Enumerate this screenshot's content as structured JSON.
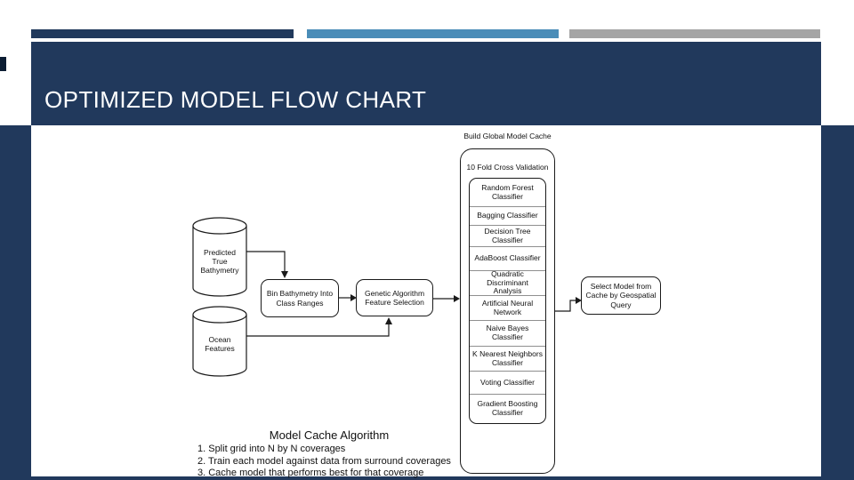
{
  "slide": {
    "title": "OPTIMIZED MODEL FLOW CHART"
  },
  "colors": {
    "navy": "#21395c",
    "accent_blue": "#4a8db8",
    "accent_gray": "#a5a5a5",
    "line": "#1a1a1a"
  },
  "flowchart": {
    "datastores": [
      {
        "label": "Predicted\nTrue\nBathymetry"
      },
      {
        "label": "Ocean\nFeatures"
      }
    ],
    "nodes": {
      "bin": {
        "label": "Bin Bathymetry Into\nClass Ranges"
      },
      "genetic": {
        "label": "Genetic Algorithm\nFeature Selection"
      },
      "select": {
        "label": "Select Model from\nCache by Geospatial\nQuery"
      }
    },
    "cache": {
      "title": "Build Global Model Cache",
      "validation_label": "10 Fold Cross Validation",
      "classifiers": [
        "Random Forest\nClassifier",
        "Bagging Classifier",
        "Decision Tree\nClassifier",
        "AdaBoost Classifier",
        "Quadratic Discriminant\nAnalysis",
        "Artificial Neural\nNetwork",
        "Naive Bayes\nClassifier",
        "K Nearest Neighbors\nClassifier",
        "Voting Classifier",
        "Gradient Boosting\nClassifier"
      ]
    },
    "algorithm": {
      "heading": "Model Cache Algorithm",
      "steps": [
        "1. Split grid into N by N coverages",
        "2. Train each model against data from surround coverages",
        "3. Cache model that performs best for that coverage"
      ]
    }
  }
}
